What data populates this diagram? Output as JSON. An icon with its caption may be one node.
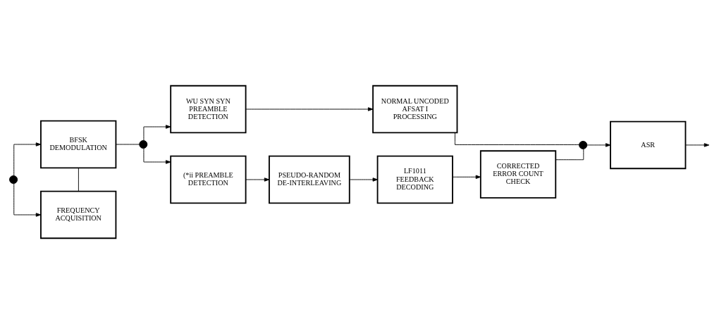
{
  "diagram": {
    "nodes": [
      {
        "text": [
          "BFSK DEMODULATION"
        ]
      },
      {
        "text": [
          "FREQUENCY ACQUISITION"
        ]
      },
      {
        "text": [],
        "shape": "circle"
      },
      {
        "text": [],
        "shape": "circle"
      },
      {
        "text": [
          "WU SYN SYN PREAMBLE DETECTION"
        ]
      },
      {
        "text": [
          "NORMAL UNCODED AFSAT I PROCESSING"
        ]
      },
      {
        "text": [
          "(*ii PREAMBLE DETECTION"
        ]
      },
      {
        "text": [
          "PSEUDO-RANDOM DE-INTERLEAVING"
        ]
      },
      {
        "text": [
          "LF1011 FEEDBACK DECODING"
        ]
      },
      {
        "text": [
          "CORRECTED ERROR COUNT CHECK"
        ]
      },
      {
        "text": [],
        "shape": "circle"
      },
      {
        "text": [
          "ASR"
        ]
      }
    ],
    "edges": [
      {
        "from": 2,
        "to": 0,
        "arrow": "to"
      },
      {
        "from": 2,
        "to": 1,
        "arrow": "to"
      },
      {
        "from": 0,
        "to": 1,
        "arrow": "none"
      },
      {
        "from": 0,
        "to": 3,
        "arrow": "none"
      },
      {
        "from": 3,
        "to": 4,
        "arrow": "to"
      },
      {
        "from": 3,
        "to": 6,
        "arrow": "to"
      },
      {
        "from": 4,
        "to": 5,
        "arrow": "to"
      },
      {
        "from": 6,
        "to": 7,
        "arrow": "to"
      },
      {
        "from": 7,
        "to": 8,
        "arrow": "to"
      },
      {
        "from": 8,
        "to": 9,
        "arrow": "to"
      },
      {
        "from": 5,
        "to": 10,
        "arrow": "none"
      },
      {
        "from": 9,
        "to": 10,
        "arrow": "none"
      },
      {
        "from": 10,
        "to": 11,
        "arrow": "to"
      },
      {
        "from": 11,
        "to": null,
        "arrow": "to"
      }
    ]
  }
}
